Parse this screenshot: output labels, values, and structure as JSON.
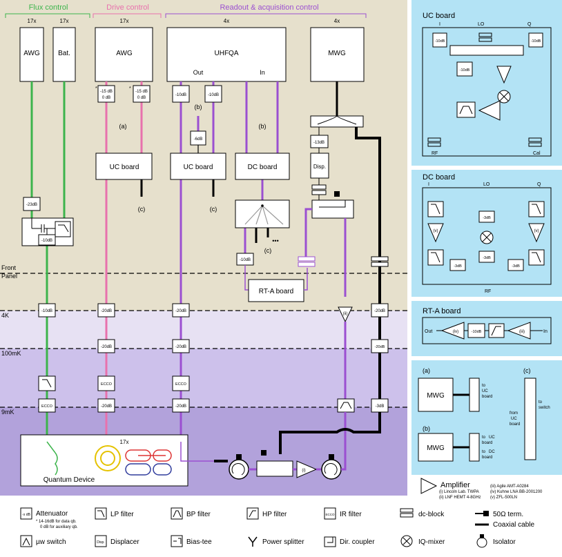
{
  "sections": {
    "flux": "Flux control",
    "drive": "Drive control",
    "readout": "Readout & acquisition control"
  },
  "counts": {
    "c17": "17x",
    "c4": "4x"
  },
  "instruments": {
    "awg": "AWG",
    "bat": "Bat.",
    "uhfqa": "UHFQA",
    "uhf_out": "Out",
    "uhf_in": "In",
    "mwg": "MWG"
  },
  "stages": {
    "front": "Front",
    "panel": "Panel",
    "k4": "4K",
    "mk100": "100mK",
    "mk9": "9mK"
  },
  "att": {
    "a23": "-23dB",
    "a10": "-10dB",
    "a20": "-20dB",
    "a6": "-6dB",
    "a13": "-13dB",
    "a3": "-3dB",
    "a15": "-15 dB",
    "a0": "0 dB",
    "star": "*"
  },
  "filters": {
    "ecco": "ECCO"
  },
  "boards": {
    "uc": "UC board",
    "dc": "DC board",
    "rta": "RT-A board",
    "disp": "Disp."
  },
  "refs": {
    "a": "(a)",
    "b": "(b)",
    "c": "(c)",
    "dots": "•••",
    "i": "(i)",
    "ii": "(ii)"
  },
  "device": {
    "label": "Quantum Device",
    "count": "17x"
  },
  "panels": {
    "uc_title": "UC board",
    "dc_title": "DC board",
    "rta_title": "RT-A board",
    "I": "I",
    "LO": "LO",
    "Q": "Q",
    "RF": "RF",
    "Cal": "Cal",
    "Out": "Out",
    "In": "In",
    "v": "(v)",
    "iv": "(iv)",
    "iii": "(iii)",
    "a_lbl": "(a)",
    "b_lbl": "(b)",
    "c_lbl": "(c)",
    "mwg": "MWG",
    "to": "to",
    "uc_board": "UC",
    "board": "board",
    "dc": "DC",
    "from": "from",
    "switch": "switch"
  },
  "amplifier": {
    "title": "Amplifier",
    "i": "(i) Lincoln Lab. TWPA",
    "ii": "(ii) LNF HEMT 4-8GHz",
    "iii": "(iii) Agile AMT-A0284",
    "iv": "(iv) Kuhne LNA BB-2001200",
    "v": "(v) ZFL-500LN"
  },
  "legend": {
    "att_sym": "-x dB",
    "attenuator": "Attenuator",
    "note1": "* 14-16dB for data qb.",
    "note2": "0 dB for auxiliary qb.",
    "lp": "LP filter",
    "bp": "BP filter",
    "hp": "HP filter",
    "ir": "IR filter",
    "ecco_sym": "ECCO",
    "dcblock": "dc-block",
    "term": "50Ω term.",
    "coax": "Coaxial cable",
    "switch": "µw switch",
    "disp_sym": "Disp.",
    "displacer": "Displacer",
    "biastee": "Bias-tee",
    "splitter": "Power splitter",
    "dircoupler": "Dir. coupler",
    "iqmixer": "IQ-mixer",
    "isolator": "Isolator"
  },
  "colors": {
    "flux": "#3cb44b",
    "drive": "#e871ad",
    "readout": "#9b4fd1",
    "bg_top": "#e6e0cc",
    "bg_4k": "#e6e0f2",
    "bg_100": "#cfc3ec",
    "bg_9": "#b2a1db",
    "panel": "#b3e3f5"
  }
}
